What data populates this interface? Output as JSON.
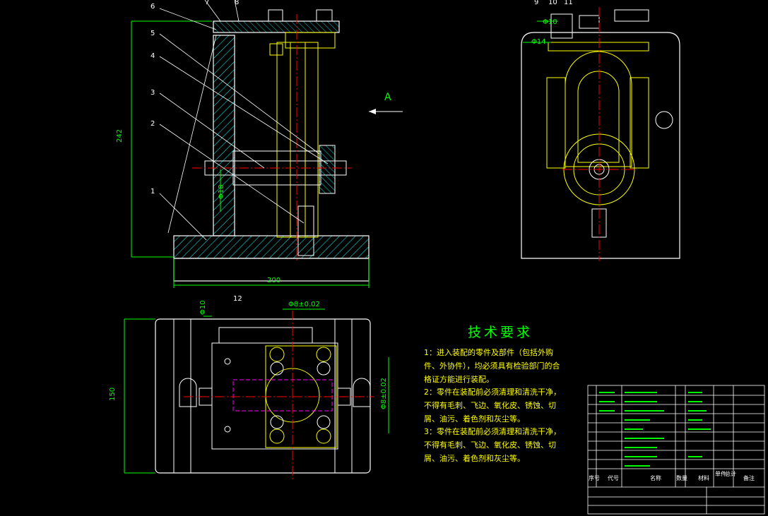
{
  "tech_requirements": {
    "title": "技术要求",
    "items": [
      "1：进入装配的零件及部件（包括外购件、外协件），均必须具有检验部门的合格证方能进行装配。",
      "2：零件在装配前必须清理和清洗干净，不得有毛刺、飞边、氧化皮、锈蚀、切屑、油污、着色剂和灰尘等。",
      "3：零件在装配前必须清理和清洗干净，不得有毛刺、飞边、氧化皮、锈蚀、切屑、油污、着色剂和灰尘等。"
    ]
  },
  "part_labels": [
    "1",
    "2",
    "3",
    "4",
    "5",
    "6",
    "7",
    "8",
    "9",
    "10",
    "11",
    "12"
  ],
  "dimensions": {
    "front_height": "242",
    "front_width": "200",
    "top_height": "150",
    "bore_dia": "Φ10",
    "bore_dia2": "Φ14",
    "fit_top": "Φ8±0.02",
    "fit_side": "Φ8±0.02",
    "fit_left": "Φ10",
    "fit_small": "Φ18"
  },
  "view_label": "A",
  "title_block": {
    "headers": [
      "序号",
      "代号",
      "名称",
      "数量",
      "材料",
      "单件",
      "总计",
      "备注"
    ]
  },
  "colors": {
    "outline": "#ffffff",
    "dimension": "#00ff00",
    "centerline": "#ff0000",
    "hidden": "#ff00ff",
    "text": "#ffff00",
    "hatch": "#00ffff"
  }
}
